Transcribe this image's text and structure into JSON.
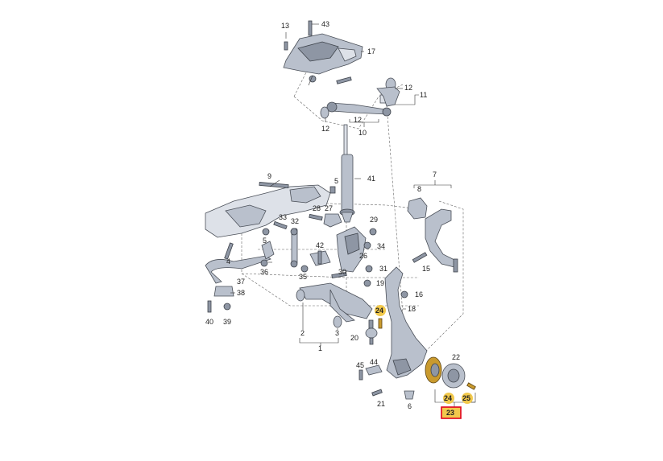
{
  "diagram": {
    "callouts": {
      "c1": "1",
      "c2": "2",
      "c3": "3",
      "c4": "4",
      "c5a": "5",
      "c5b": "5",
      "c6": "6",
      "c7": "7",
      "c8": "8",
      "c9": "9",
      "c10": "10",
      "c11": "11",
      "c12a": "12",
      "c12b": "12",
      "c12c": "12",
      "c13": "13",
      "c15": "15",
      "c16": "16",
      "c17": "17",
      "c18": "18",
      "c19": "19",
      "c20": "20",
      "c21": "21",
      "c22": "22",
      "c24a": "24",
      "c24b": "24",
      "c25": "25",
      "c26": "26",
      "c27": "27",
      "c28": "28",
      "c29": "29",
      "c30": "30",
      "c31": "31",
      "c32": "32",
      "c33": "33",
      "c34": "34",
      "c35": "35",
      "c36": "36",
      "c37": "37",
      "c38": "38",
      "c39": "39",
      "c40": "40",
      "c41": "41",
      "c42": "42",
      "c43": "43",
      "c44": "44",
      "c45": "45"
    },
    "highlighted_callout": "23",
    "colors": {
      "highlight_border": "#e0001b",
      "highlight_fill": "#f2c94c",
      "part_fill": "#b9c0cc",
      "gold_part": "#c99a2e"
    }
  }
}
